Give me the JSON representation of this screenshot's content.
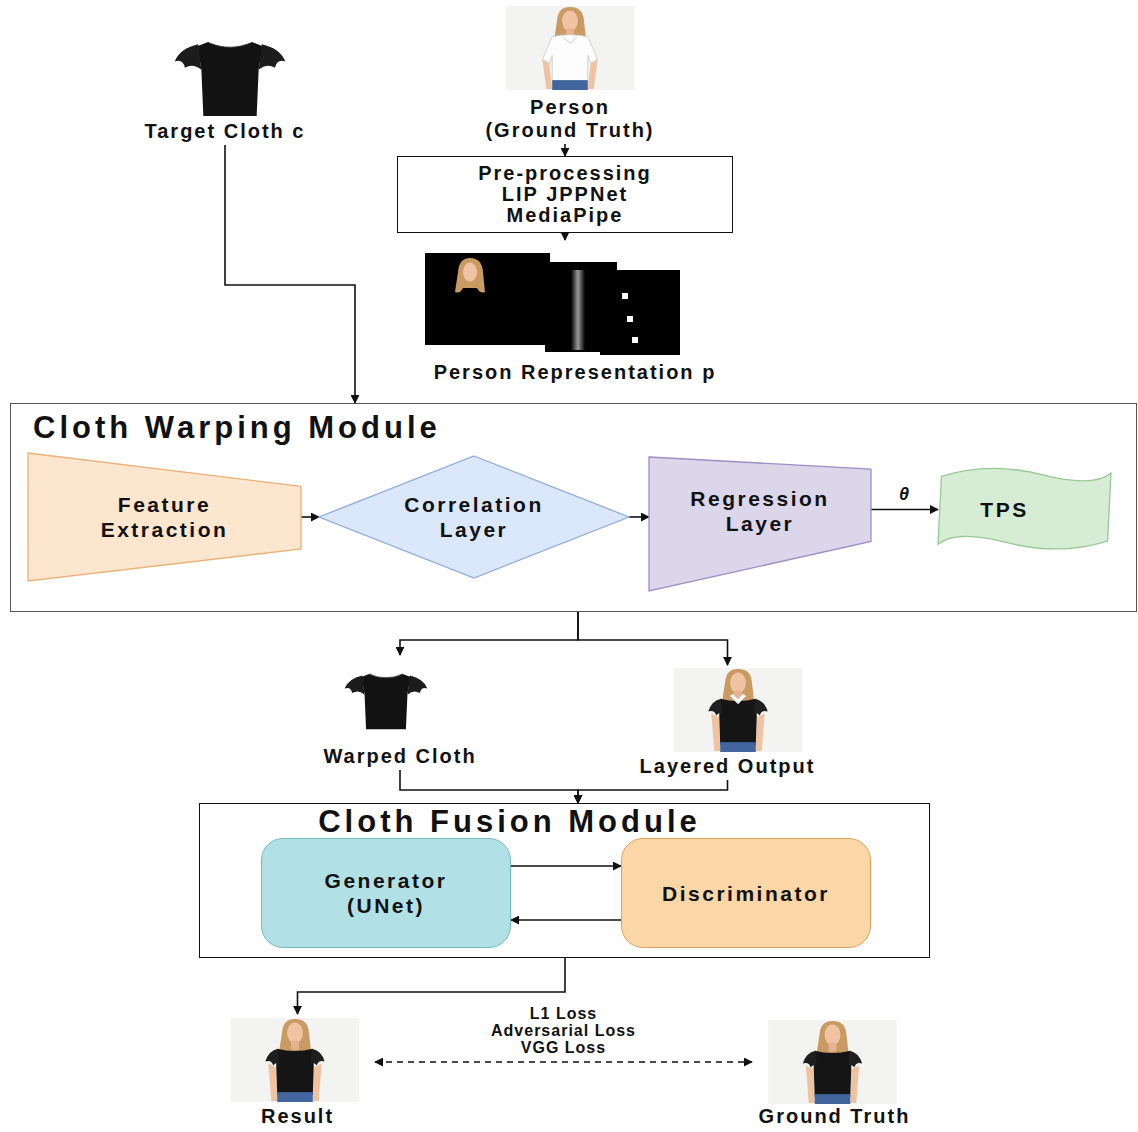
{
  "diagram": {
    "nodes": [
      {
        "text": [
          "Target Cloth c"
        ]
      },
      {
        "text": [
          "Person (Ground Truth)"
        ]
      },
      {
        "text": [
          "Pre-processing LIP JPPNet MediaPipe"
        ]
      },
      {
        "text": [
          "Person Representation p"
        ]
      },
      {
        "text": [
          "Cloth Warping Module"
        ]
      },
      {
        "text": [
          "Feature Extraction"
        ],
        "in": 4
      },
      {
        "text": [
          "Correlation Layer"
        ],
        "in": 4
      },
      {
        "text": [
          "Regression Layer"
        ],
        "in": 4
      },
      {
        "text": [
          "TPS"
        ],
        "in": 4
      },
      {
        "text": [
          "Warped Cloth"
        ]
      },
      {
        "text": [
          "Layered Output"
        ]
      },
      {
        "text": [
          "Cloth Fusion Module"
        ]
      },
      {
        "text": [
          "Generator (UNet)"
        ],
        "in": 11
      },
      {
        "text": [
          "Discriminator"
        ],
        "in": 11
      },
      {
        "text": [
          "Result"
        ]
      },
      {
        "text": [
          "Ground Truth"
        ]
      }
    ],
    "edges": [
      {
        "from": 1,
        "to": 2,
        "arrow": "to"
      },
      {
        "from": 2,
        "to": 3,
        "arrow": "to"
      },
      {
        "from": 0,
        "to": 4,
        "arrow": "to"
      },
      {
        "from": 5,
        "to": 6,
        "arrow": "to"
      },
      {
        "from": 6,
        "to": 7,
        "arrow": "to"
      },
      {
        "from": 7,
        "to": 8,
        "label": "θ",
        "arrow": "to"
      },
      {
        "from": 4,
        "to": 9,
        "arrow": "to"
      },
      {
        "from": 4,
        "to": 10,
        "arrow": "to"
      },
      {
        "from": 9,
        "to": 11,
        "arrow": "to"
      },
      {
        "from": 10,
        "to": 11,
        "arrow": "to"
      },
      {
        "from": 12,
        "to": 13,
        "arrow": "to"
      },
      {
        "from": 13,
        "to": 12,
        "arrow": "to"
      },
      {
        "from": 11,
        "to": 14,
        "arrow": "to"
      },
      {
        "from": 14,
        "to": 15,
        "label": "L1 Loss Adversarial Loss VGG Loss",
        "arrow": "both"
      }
    ]
  }
}
